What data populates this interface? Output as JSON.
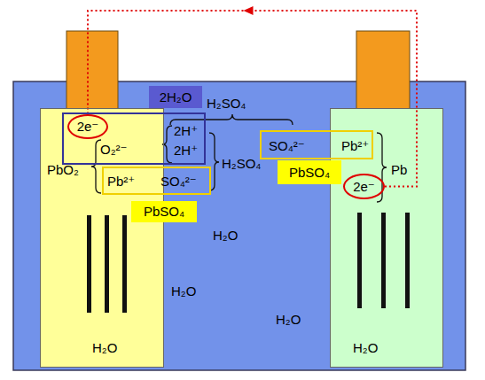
{
  "diagram": {
    "nodes": [
      {
        "text": [
          "PbO₂"
        ]
      },
      {
        "text": [
          "O₂²⁻",
          "2H⁺",
          "2H⁺"
        ]
      },
      {
        "text": [
          "2e⁻"
        ],
        "in": 1
      },
      {
        "text": [
          "Pb²⁺",
          "SO₄²⁻"
        ]
      },
      {
        "text": [
          "PbSO₄"
        ]
      },
      {
        "text": [
          "2H₂O"
        ]
      },
      {
        "text": [
          "Pb"
        ]
      },
      {
        "text": [
          "SO₄²⁻",
          "Pb²⁺"
        ]
      },
      {
        "text": [
          "PbSO₄"
        ]
      },
      {
        "text": [
          "2e⁻"
        ],
        "in": 6
      }
    ],
    "edges": [
      {
        "from": 9,
        "to": 2,
        "arrow": "to"
      }
    ],
    "labels": [
      "H₂SO₄",
      "H₂SO₄",
      "H₂O",
      "H₂O",
      "H₂O",
      "H₂O",
      "H₂O"
    ]
  }
}
